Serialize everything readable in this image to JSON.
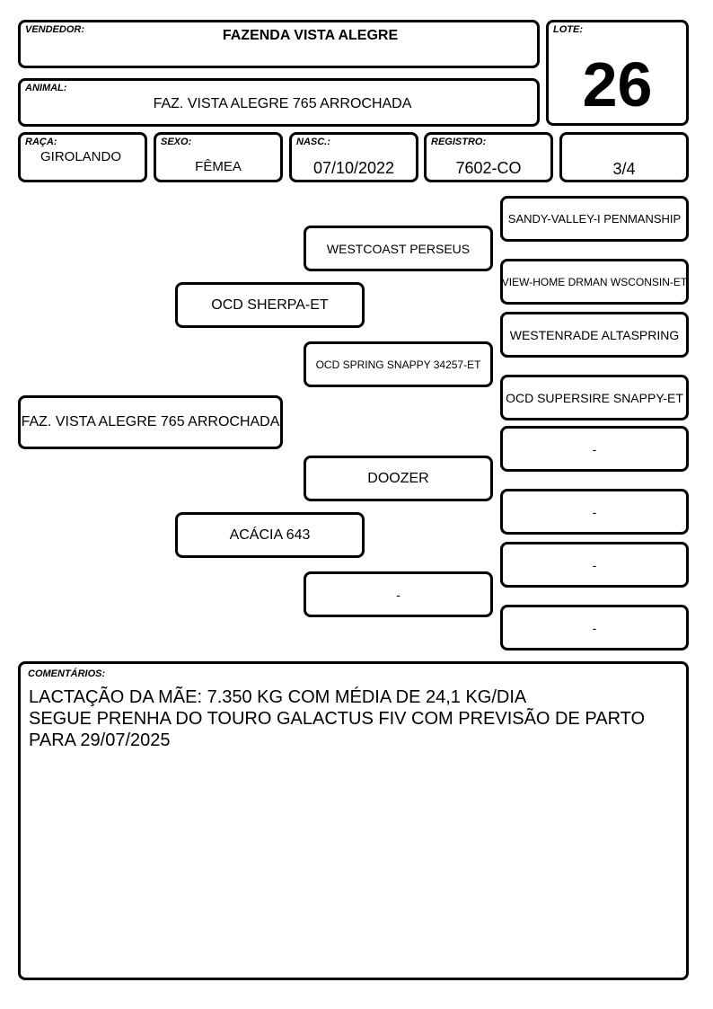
{
  "header": {
    "vendedor_label": "VENDEDOR:",
    "vendedor": "FAZENDA VISTA ALEGRE",
    "lote_label": "LOTE:",
    "lote": "26",
    "animal_label": "ANIMAL:",
    "animal": "FAZ. VISTA ALEGRE 765 ARROCHADA"
  },
  "info": {
    "raca_label": "RAÇA:",
    "raca": "GIROLANDO",
    "sexo_label": "SEXO:",
    "sexo": "FÊMEA",
    "nasc_label": "NASC.:",
    "nasc": "07/10/2022",
    "registro_label": "REGISTRO:",
    "registro": "7602-CO",
    "grau": "3/4"
  },
  "pedigree": {
    "animal": "FAZ. VISTA ALEGRE 765 ARROCHADA",
    "sire": "OCD SHERPA-ET",
    "dam": "ACÁCIA 643",
    "sire_sire": "WESTCOAST PERSEUS",
    "sire_dam": "OCD SPRING SNAPPY 34257-ET",
    "dam_sire": "DOOZER",
    "dam_dam": "-",
    "g3": [
      "SANDY-VALLEY-I PENMANSHIP",
      "VIEW-HOME DRMAN WSCONSIN-ET",
      "WESTENRADE ALTASPRING",
      "OCD SUPERSIRE SNAPPY-ET",
      "-",
      "-",
      "-",
      "-"
    ]
  },
  "comments": {
    "label": "COMENTÁRIOS:",
    "text": "LACTAÇÃO DA MÃE: 7.350 KG COM MÉDIA DE 24,1 KG/DIA\nSEGUE PRENHA DO TOURO GALACTUS FIV COM PREVISÃO DE PARTO\nPARA 29/07/2025"
  }
}
